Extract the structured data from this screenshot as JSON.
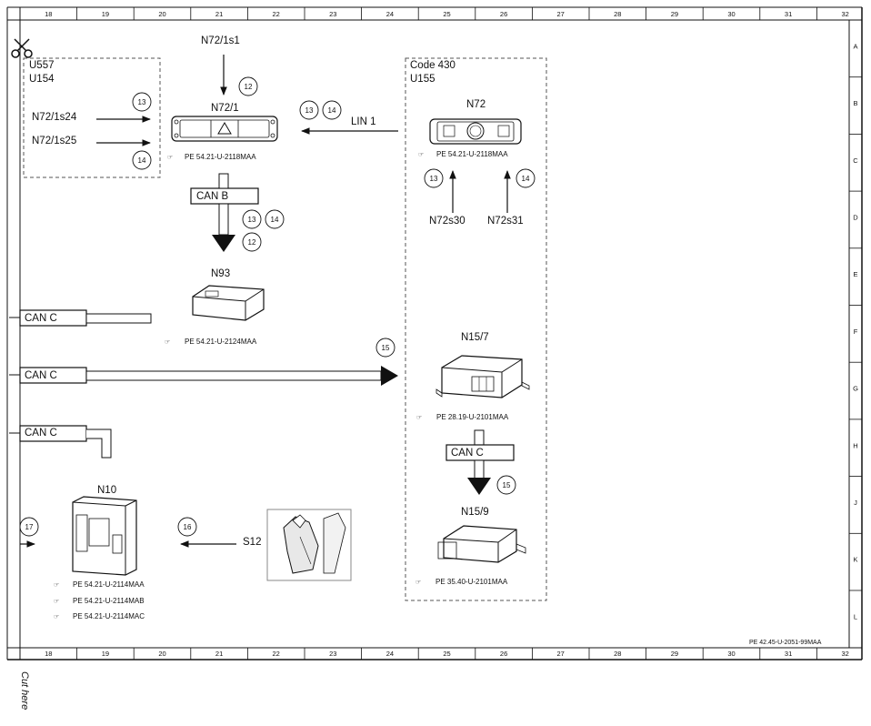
{
  "frame": {
    "columns": [
      "18",
      "19",
      "20",
      "21",
      "22",
      "23",
      "24",
      "25",
      "26",
      "27",
      "28",
      "29",
      "30",
      "31",
      "32"
    ],
    "rows": [
      "A",
      "B",
      "C",
      "D",
      "E",
      "F",
      "G",
      "H",
      "J",
      "K",
      "L"
    ],
    "doc_ref": "PE 42.45-U-2051-99MAA",
    "cut_here": "Cut here"
  },
  "groups": {
    "left_group": {
      "lines": [
        "U557",
        "U154"
      ]
    },
    "right_group": {
      "lines": [
        "Code 430",
        "U155"
      ]
    }
  },
  "components": {
    "n72_1": {
      "label": "N72/1",
      "ref": "PE 54.21-U-2118MAA"
    },
    "n72": {
      "label": "N72",
      "ref": "PE 54.21-U-2118MAA"
    },
    "n93": {
      "label": "N93",
      "ref": "PE 54.21-U-2124MAA"
    },
    "n15_7": {
      "label": "N15/7",
      "ref": "PE 28.19-U-2101MAA"
    },
    "n15_9": {
      "label": "N15/9",
      "ref": "PE 35.40-U-2101MAA"
    },
    "n10": {
      "label": "N10",
      "refs": [
        "PE 54.21-U-2114MAA",
        "PE 54.21-U-2114MAB",
        "PE 54.21-U-2114MAC"
      ]
    },
    "s12": {
      "label": "S12"
    }
  },
  "signals": {
    "n72_1s1": "N72/1s1",
    "n72_1s24": "N72/1s24",
    "n72_1s25": "N72/1s25",
    "n72s30": "N72s30",
    "n72s31": "N72s31",
    "lin1": "LIN 1"
  },
  "buses": {
    "can_b": "CAN B",
    "can_c_1": "CAN C",
    "can_c_2": "CAN C",
    "can_c_3": "CAN C",
    "can_c_4": "CAN C"
  },
  "markers": {
    "m12_top": "12",
    "m13_left": "13",
    "m14_left": "14",
    "m13_lin": "13",
    "m14_lin": "14",
    "m13_right": "13",
    "m14_right": "14",
    "m13_canb": "13",
    "m14_canb": "14",
    "m12_canb": "12",
    "m15_canc": "15",
    "m15_n15": "15",
    "m16": "16",
    "m17": "17"
  },
  "colors": {
    "ink": "#111111",
    "paper": "#ffffff",
    "shade": "#d8d8d8"
  }
}
